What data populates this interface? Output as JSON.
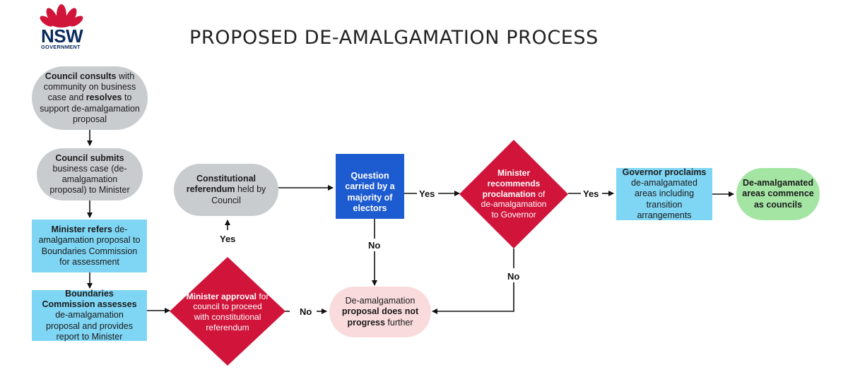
{
  "logo": {
    "wordmark": "NSW",
    "sub": "GOVERNMENT"
  },
  "title": "PROPOSED DE-AMALGAMATION PROCESS",
  "colors": {
    "grey": "#c9cccf",
    "blue": "#7fd6f4",
    "dark_blue": "#1d5bd0",
    "red": "#d0143a",
    "pink": "#fadbdd",
    "green": "#a4e5a4"
  },
  "nodes": {
    "consult": {
      "b1": "Council consults",
      "t1": " with community on business case and ",
      "b2": "resolves",
      "t2": " to support de-amalgamation proposal"
    },
    "submit": {
      "b1": "Council submits",
      "t1": " business case  (de-amalgamation proposal) to Minister"
    },
    "refer": {
      "b1": "Minister refers",
      "t1": " de-amalgamation proposal to Boundaries Commission for assessment"
    },
    "assess": {
      "b1": "Boundaries Commission assesses",
      "t1": " de-amalgamation proposal and provides report to Minister"
    },
    "approval": {
      "b1": "Minister approval",
      "t1": " for council to proceed with constitutional referendum"
    },
    "referendum": {
      "b1": "Constitutional referendum",
      "t1": " held by Council"
    },
    "question": {
      "b1": "Question carried by a majority of electors"
    },
    "recommend": {
      "b1": "Minister recommends proclamation",
      "t1": " of de-amalgamation to Governor"
    },
    "proclaim": {
      "b1": "Governor proclaims",
      "t1": " de-amalgamated areas including transition arrangements"
    },
    "commence": {
      "b1": "De-amalgamated areas commence as councils"
    },
    "stop": {
      "t0": "De-amalgamation ",
      "b1": "proposal does not progress",
      "t1": " further"
    }
  },
  "labels": {
    "yes_up": "Yes",
    "no_right": "No",
    "yes_q": "Yes",
    "no_q": "No",
    "yes_rec": "Yes",
    "no_rec": "No"
  }
}
